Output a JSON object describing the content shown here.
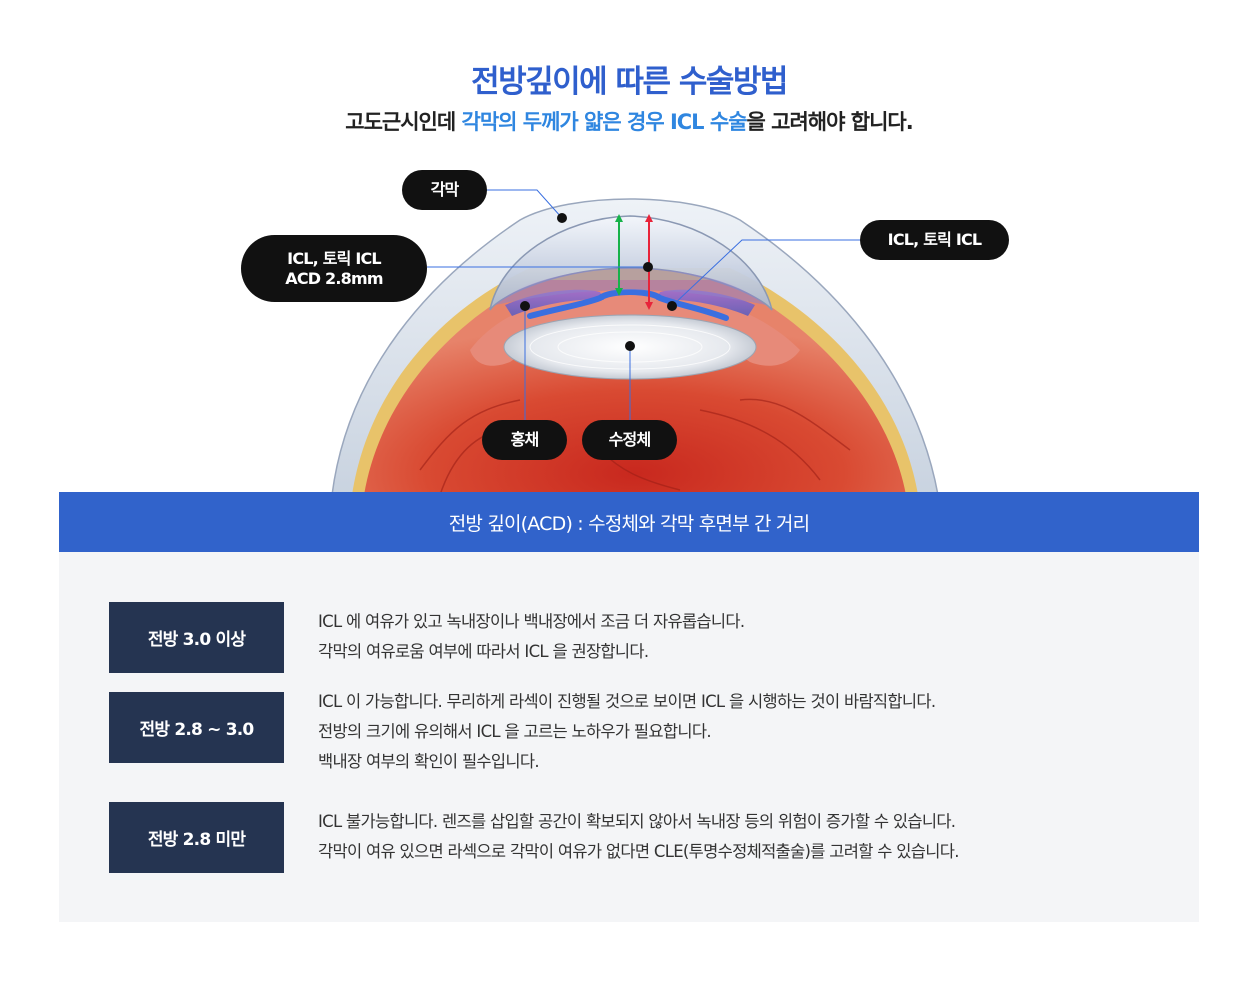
{
  "header": {
    "title": "전방깊이에 따른 수술방법",
    "subtitle_pre": "고도근시인데 ",
    "subtitle_highlight": "각막의 두께가 얇은 경우 ICL 수술",
    "subtitle_post": "을 고려해야 합니다."
  },
  "diagram": {
    "labels": {
      "cornea": "각막",
      "icl_left_line1": "ICL, 토릭 ICL",
      "icl_left_line2": "ACD 2.8mm",
      "icl_right": "ICL, 토릭 ICL",
      "iris": "홍채",
      "lens": "수정체"
    },
    "colors": {
      "green_arrow": "#17b24a",
      "red_arrow": "#e8243a",
      "icl_lens": "#3a6fe0"
    }
  },
  "band": {
    "text": "전방 깊이(ACD) :  수정체와 각막 후면부 간 거리"
  },
  "rows": [
    {
      "label": "전방 3.0 이상",
      "lines": [
        "ICL 에 여유가 있고 녹내장이나 백내장에서 조금 더 자유롭습니다.",
        "각막의 여유로움 여부에 따라서 ICL 을 권장합니다."
      ]
    },
    {
      "label": "전방 2.8 ~ 3.0",
      "lines": [
        "ICL 이 가능합니다. 무리하게 라섹이 진행될 것으로 보이면 ICL 을 시행하는 것이 바람직합니다.",
        "전방의 크기에 유의해서 ICL 을 고르는 노하우가 필요합니다.",
        "백내장 여부의 확인이 필수입니다."
      ]
    },
    {
      "label": "전방 2.8 미만",
      "lines": [
        "ICL 불가능합니다. 렌즈를 삽입할 공간이 확보되지 않아서 녹내장 등의 위험이 증가할 수 있습니다.",
        "각막이 여유 있으면 라섹으로 각막이 여유가 없다면 CLE(투명수정체적출술)를 고려할 수 있습니다."
      ]
    }
  ]
}
